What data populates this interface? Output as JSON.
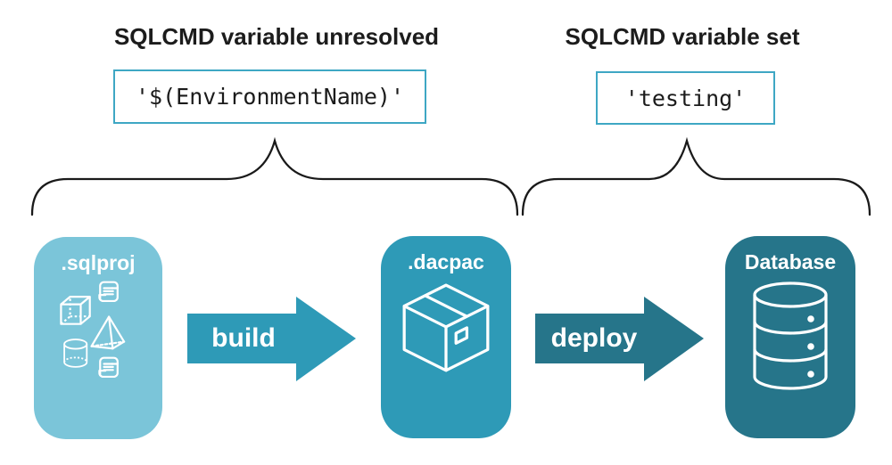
{
  "left_section": {
    "title": "SQLCMD variable unresolved",
    "code": "'$(EnvironmentName)'"
  },
  "right_section": {
    "title": "SQLCMD variable set",
    "code": "'testing'"
  },
  "pipeline": {
    "stages": [
      {
        "label": ".sqlproj",
        "color": "#7BC5D9",
        "icons": [
          "script-icon",
          "cube-icon",
          "pyramid-icon",
          "cylinder-icon",
          "script-icon"
        ]
      },
      {
        "label": ".dacpac",
        "color": "#2E9AB7",
        "icons": [
          "package-icon"
        ]
      },
      {
        "label": "Database",
        "color": "#26758A",
        "icons": [
          "database-icon"
        ]
      }
    ],
    "arrows": [
      {
        "label": "build",
        "color": "#2E9AB7"
      },
      {
        "label": "deploy",
        "color": "#26758A"
      }
    ]
  },
  "colors": {
    "code_box_border": "#3EA7C4",
    "brace": "#1a1a1a",
    "title_text": "#1c1c1c",
    "icon_stroke": "#ffffff"
  }
}
